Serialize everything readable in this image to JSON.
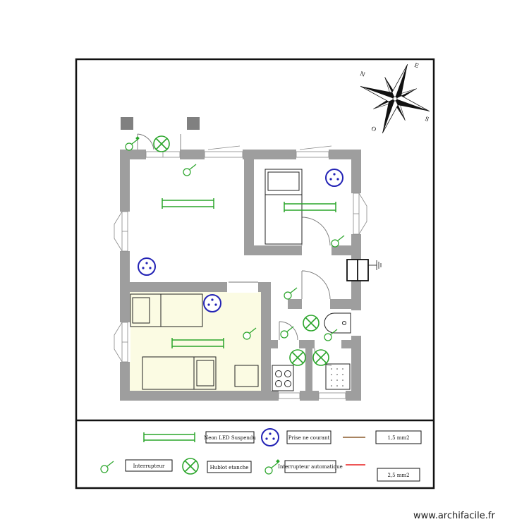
{
  "legend": {
    "neon_label": "Neon LED Suspendu",
    "socket_label": "Prise ne courant",
    "wire_1_5_label": "1,5 mm2",
    "switch_label": "Interrupteur",
    "porthole_label": "Hublot etanche",
    "auto_switch_label": "Interrupteur automatique",
    "wire_2_5_label": "2,5 mm2"
  },
  "compass": {
    "n": "N",
    "e": "E",
    "s": "S",
    "o": "O"
  },
  "watermark": "www.archifacile.fr",
  "colors": {
    "wall": "#9e9e9e",
    "light_green": "#2aa52a",
    "socket_blue": "#2323b5",
    "bedroom_floor": "#fbfbe3",
    "wire_1_5": "#8b5a2b",
    "wire_2_5": "#e81e1e"
  }
}
